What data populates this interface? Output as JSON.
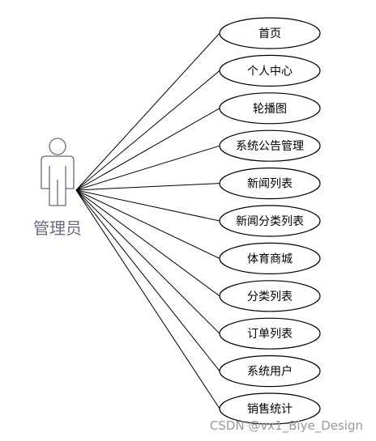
{
  "actor": {
    "label": "管理员",
    "icon": "person-icon",
    "color": "#6a6a80"
  },
  "use_cases": [
    {
      "label": "首页"
    },
    {
      "label": "个人中心"
    },
    {
      "label": "轮播图"
    },
    {
      "label": "系统公告管理"
    },
    {
      "label": "新闻列表"
    },
    {
      "label": "新闻分类列表"
    },
    {
      "label": "体育商城"
    },
    {
      "label": "分类列表"
    },
    {
      "label": "订单列表"
    },
    {
      "label": "系统用户"
    },
    {
      "label": "销售统计"
    }
  ],
  "watermark": "CSDN @vx1_Biye_Design"
}
